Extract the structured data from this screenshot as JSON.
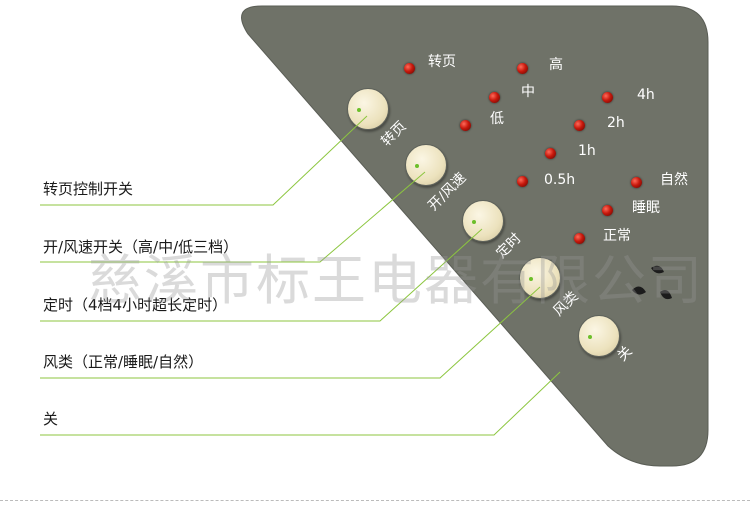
{
  "panel": {
    "background": "#6f7268",
    "indicators": {
      "page_turn": "转页",
      "high": "高",
      "mid": "中",
      "low": "低",
      "t4h": "4h",
      "t2h": "2h",
      "t1h": "1h",
      "t05h": "0.5h",
      "natural": "自然",
      "sleep": "睡眠",
      "normal": "正常"
    },
    "buttons": {
      "page_turn": "转页",
      "speed": "开/风速",
      "timer": "定时",
      "mode": "风类",
      "off": "关"
    }
  },
  "callouts": {
    "page_turn": "转页控制开关",
    "speed": "开/风速开关（高/中/低三档）",
    "timer": "定时（4档4小时超长定时）",
    "mode": "风类（正常/睡眠/自然）",
    "off": "关"
  },
  "watermark": "慈溪市标王电器有限公司",
  "colors": {
    "accent_line": "#8cc63f",
    "led": "#c8180c",
    "button": "#ece2bd"
  }
}
